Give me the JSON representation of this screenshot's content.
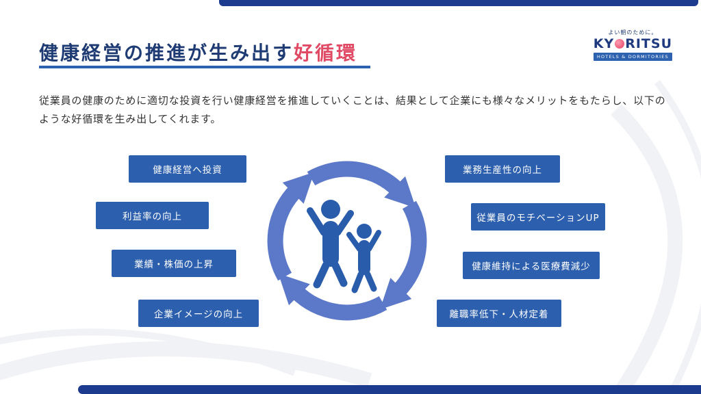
{
  "header": {
    "title_main": "健康経営の推進が生み出す",
    "title_highlight": "好循環",
    "logo": {
      "tagline": "よい朝のために。",
      "brand_prefix": "KY",
      "brand_suffix": "RITSU",
      "subtitle": "HOTELS & DORMITORIES"
    }
  },
  "intro": "従業員の健康のために適切な投資を行い健康経営を推進していくことは、結果として企業にも様々なメリットをもたらし、以下のような好循環を生み出してくれます。",
  "cycle": {
    "left_items": [
      "健康経営へ投資",
      "利益率の向上",
      "業績・株価の上昇",
      "企業イメージの向上"
    ],
    "right_items": [
      "業務生産性の向上",
      "従業員のモチベーションUP",
      "健康維持による医療費減少",
      "離職率低下・人材定着"
    ]
  },
  "colors": {
    "box_blue": "#2c5fae",
    "bar_navy": "#1c3a8e",
    "title_navy": "#1f3b73",
    "highlight_red": "#e14a64",
    "underline_blue": "#2c62b0",
    "arrow_blue": "#5b79c8",
    "figure_blue": "#2a5cac",
    "logo_sun_red": "#e63e5c"
  }
}
